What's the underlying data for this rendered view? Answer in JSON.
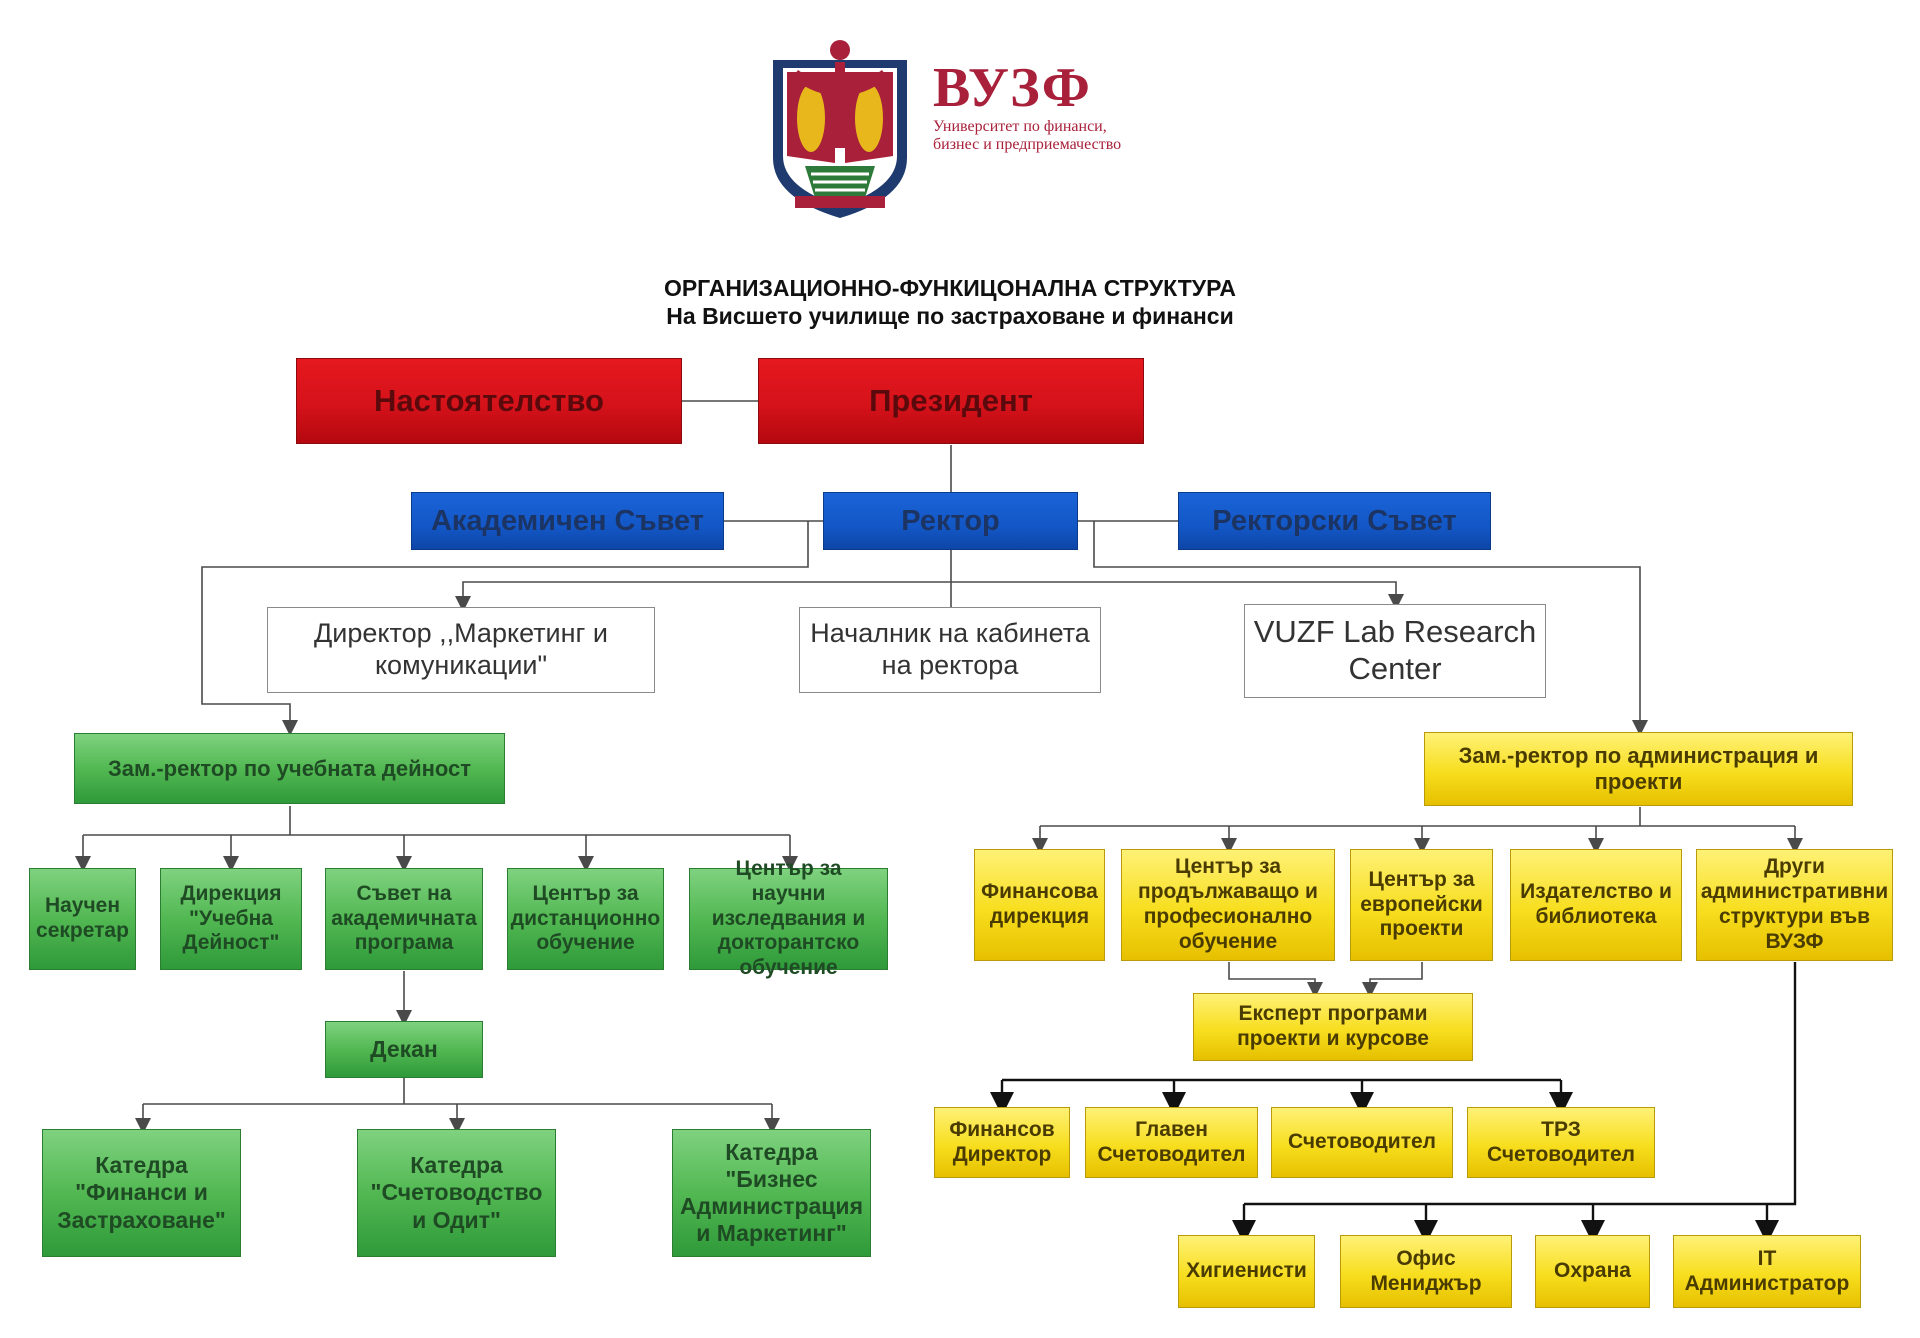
{
  "logo": {
    "abbreviation": "ВУЗФ",
    "subtitle": "Университет по финанси, бизнес и предприемачество",
    "colors": {
      "primary": "#a8203a",
      "navy": "#1f3a6e",
      "gold": "#e8b71c"
    }
  },
  "title": {
    "main": "ОРГАНИЗАЦИОННО-ФУНКИЦОНАЛНА СТРУКТУРА",
    "sub": "На Висшето училище по застраховане и финанси"
  },
  "colors": {
    "red": "#d5121a",
    "blue": "#1357c6",
    "green": "#52b852",
    "yellow": "#f7de1e",
    "connector": "#4a4a4a"
  },
  "top": {
    "board": "Настоятелство",
    "president": "Президент"
  },
  "governance": {
    "academic_council": "Академичен Съвет",
    "rector": "Ректор",
    "rector_council": "Ректорски Съвет"
  },
  "rector_units": {
    "marketing": "Директор ,,Маркетинг и комуникации\"",
    "cabinet": "Началник на кабинета на ректора",
    "lab": "VUZF Lab Research Center"
  },
  "academic": {
    "vice_rector": "Зам.-ректор по учебната дейност",
    "units": [
      "Научен секретар",
      "Дирекция \"Учебна Дейност\"",
      "Съвет на академичната програма",
      "Център за дистанционно обучение",
      "Център за научни изследвания и докторантско обучение"
    ],
    "dean": "Декан",
    "departments": [
      "Катедра \"Финанси и Застраховане\"",
      "Катедра \"Счетоводство и Одит\"",
      "Катедра \"Бизнес Администрация и Маркетинг\""
    ]
  },
  "admin": {
    "vice_rector": "Зам.-ректор по администрация и проекти",
    "units": [
      "Финансова дирекция",
      "Център за продължаващо и професионално обучение",
      "Център за европейски проекти",
      "Издателство и библиотека",
      "Други административни структури във ВУЗФ"
    ],
    "expert": "Експерт програми проекти и курсове",
    "finance_staff": [
      "Финансов Директор",
      "Главен Счетоводител",
      "Счетоводител",
      "ТРЗ Счетоводител"
    ],
    "other_staff": [
      "Хигиенисти",
      "Офис Мениджър",
      "Охрана",
      "IT Администратор"
    ]
  }
}
